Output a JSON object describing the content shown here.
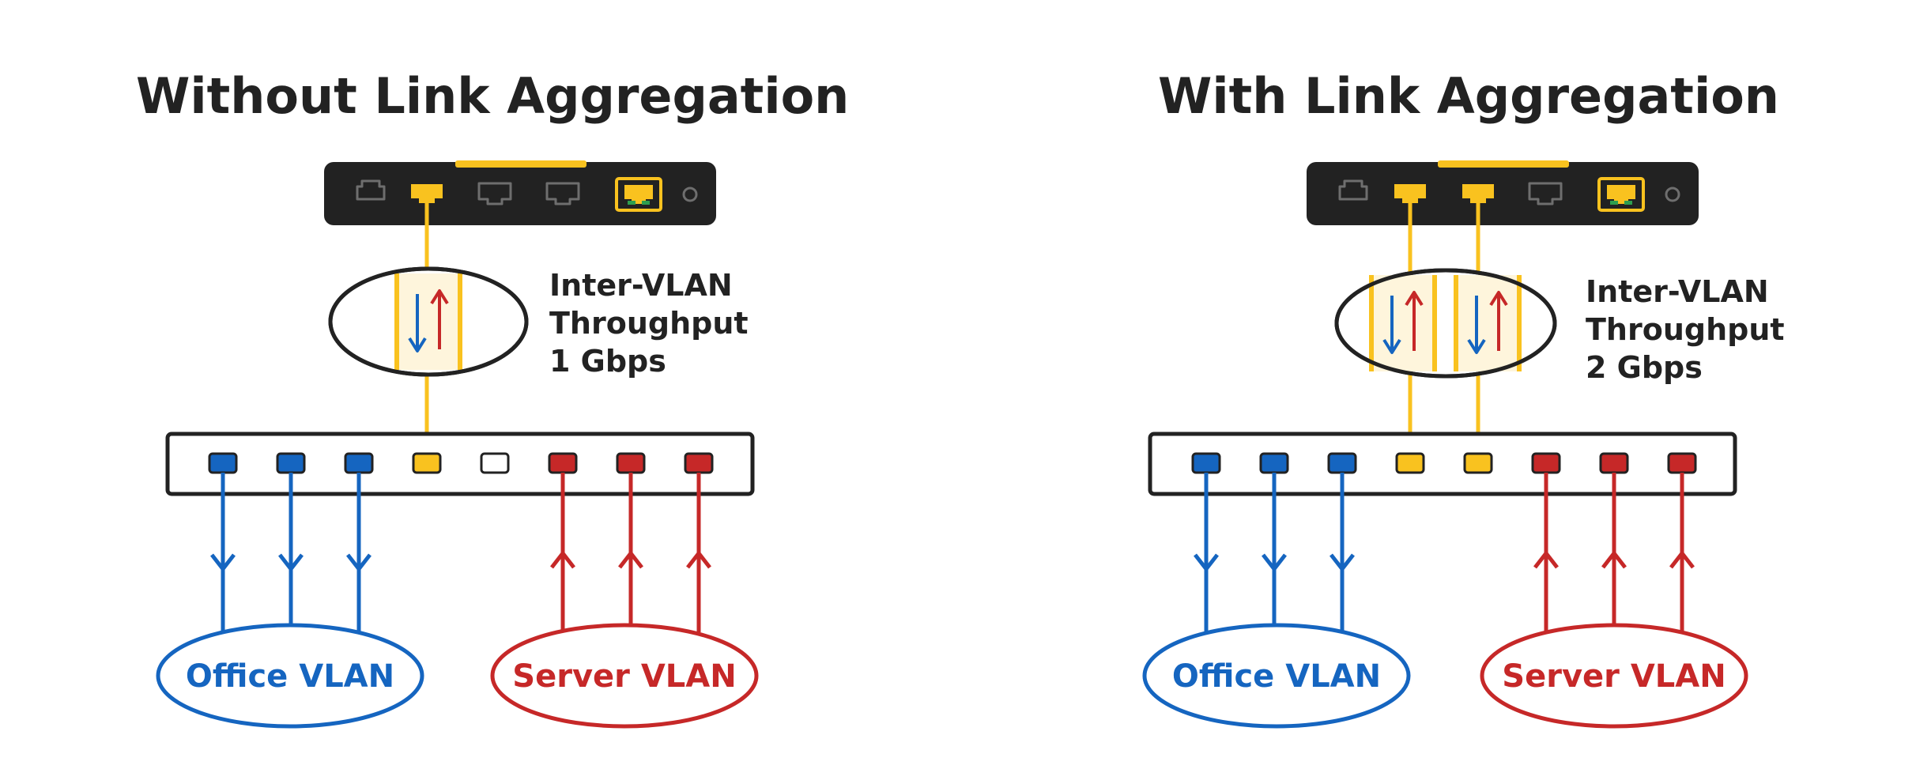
{
  "colors": {
    "office": "#1565C0",
    "server": "#C62828",
    "uplink": "#F9C21F",
    "uplink_fill": "#FEF5DC",
    "dark": "#222222",
    "background": "#ffffff"
  },
  "panels": [
    {
      "title": "Without Link Aggregation",
      "throughput": {
        "line1": "Inter-VLAN",
        "line2": "Throughput",
        "line3": "1 Gbps"
      },
      "links": 1,
      "office_vlan": "Office VLAN",
      "server_vlan": "Server VLAN"
    },
    {
      "title": "With Link Aggregation",
      "throughput": {
        "line1": "Inter-VLAN",
        "line2": "Throughput",
        "line3": "2 Gbps"
      },
      "links": 2,
      "office_vlan": "Office VLAN",
      "server_vlan": "Server VLAN"
    }
  ]
}
